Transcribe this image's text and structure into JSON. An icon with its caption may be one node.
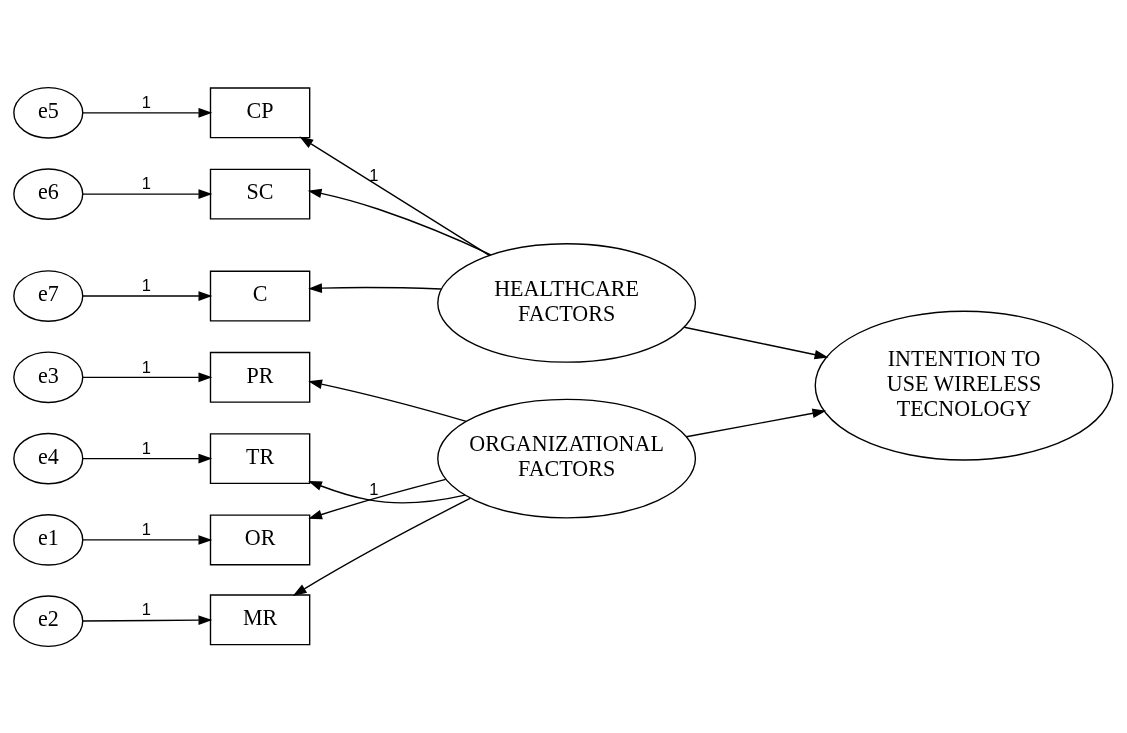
{
  "diagram": {
    "nodes": [
      {
        "text": [
          "e1"
        ]
      },
      {
        "text": [
          "OR"
        ]
      },
      {
        "text": [
          "e2"
        ]
      },
      {
        "text": [
          "MR"
        ]
      },
      {
        "text": [
          "e3"
        ]
      },
      {
        "text": [
          "PR"
        ]
      },
      {
        "text": [
          "e4"
        ]
      },
      {
        "text": [
          "TR"
        ]
      },
      {
        "text": [
          "ORGANIZATIONAL FACTORS"
        ]
      },
      {
        "text": [
          "INTENTION TO USE WIRELESS TECNOLOGY"
        ]
      },
      {
        "text": [
          "e5"
        ]
      },
      {
        "text": [
          "CP"
        ]
      },
      {
        "text": [
          "e6"
        ]
      },
      {
        "text": [
          "SC"
        ]
      },
      {
        "text": [
          "e7"
        ]
      },
      {
        "text": [
          "C"
        ]
      },
      {
        "text": [
          "HEALTHCARE FACTORS"
        ]
      }
    ],
    "edges": [
      {
        "from": 0,
        "to": 1,
        "arrow": "to",
        "label": "1"
      },
      {
        "from": 2,
        "to": 3,
        "arrow": "to",
        "label": "1"
      },
      {
        "from": 4,
        "to": 5,
        "arrow": "to",
        "label": "1"
      },
      {
        "from": 6,
        "to": 7,
        "arrow": "to",
        "label": "1"
      },
      {
        "from": 8,
        "to": 1,
        "arrow": "to"
      },
      {
        "from": 8,
        "to": 3,
        "arrow": "to"
      },
      {
        "from": 8,
        "to": 5,
        "arrow": "to"
      },
      {
        "from": 8,
        "to": 7,
        "arrow": "to",
        "label": "1"
      },
      {
        "from": 8,
        "to": 9,
        "arrow": "to"
      },
      {
        "from": 10,
        "to": 11,
        "arrow": "to",
        "label": "1"
      },
      {
        "from": 12,
        "to": 13,
        "arrow": "to",
        "label": "1"
      },
      {
        "from": 14,
        "to": 15,
        "arrow": "to",
        "label": "1"
      },
      {
        "from": 16,
        "to": 11,
        "arrow": "to",
        "label": "1"
      },
      {
        "from": 16,
        "to": 13,
        "arrow": "to"
      },
      {
        "from": 16,
        "to": 15,
        "arrow": "to"
      },
      {
        "from": 16,
        "to": 9,
        "arrow": "to"
      }
    ]
  }
}
